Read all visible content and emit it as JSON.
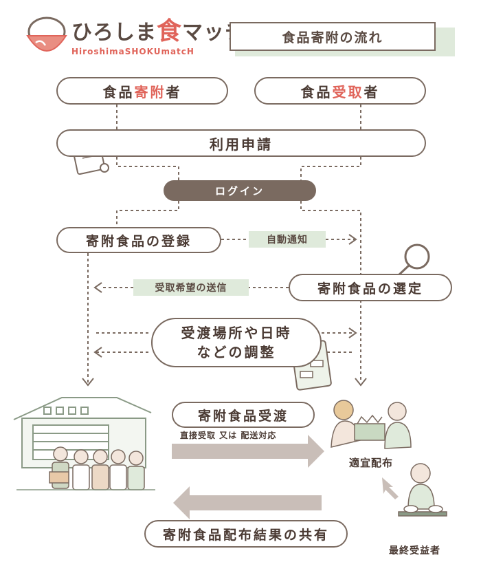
{
  "logo": {
    "text_main": "ひろしま",
    "text_kanji": "食",
    "text_tail": "マッチ",
    "romaji": "HiroshimaSHOKUmatcH"
  },
  "header": {
    "title": "食品寄附の流れ"
  },
  "donor": {
    "pre": "食品",
    "accent": "寄附",
    "post": "者"
  },
  "recipient": {
    "pre": "食品",
    "accent": "受取",
    "post": "者"
  },
  "steps": {
    "apply": "利用申請",
    "login": "ログイン",
    "register": "寄附食品の登録",
    "auto_notify": "自動通知",
    "select": "寄附食品の選定",
    "send_request": "受取希望の送信",
    "coordinate_line1": "受渡場所や日時",
    "coordinate_line2": "などの調整",
    "handover": "寄附食品受渡",
    "handover_sub": "直接受取 又は 配送対応",
    "distribute": "適宜配布",
    "share_results": "寄附食品配布結果の共有",
    "final_beneficiary": "最終受益者"
  },
  "colors": {
    "accent": "#e0645a",
    "outline": "#7a6a60",
    "login_fill": "#7a6a60",
    "tag_fill": "#dfeadb",
    "arrow_fill": "#c9beb8"
  }
}
